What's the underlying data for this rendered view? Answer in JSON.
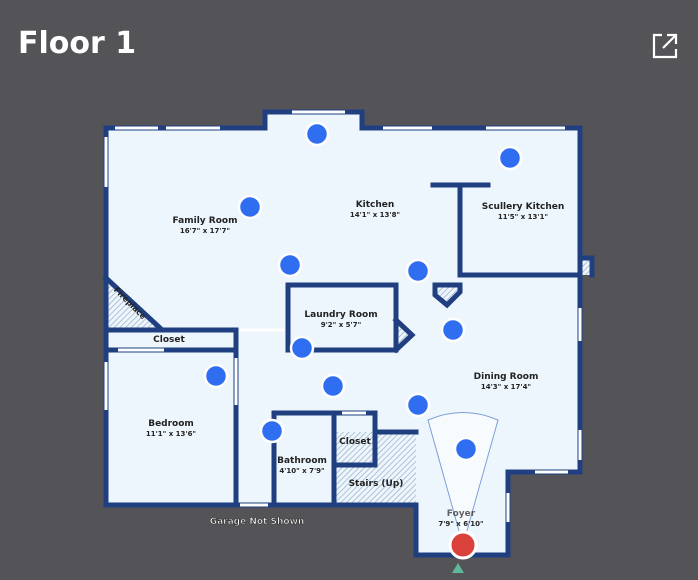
{
  "header": {
    "title": "Floor 1",
    "open_external_icon": "external-link-icon"
  },
  "rooms": {
    "family": {
      "name": "Family Room",
      "dims": "16'7\" x 17'7\""
    },
    "kitchen": {
      "name": "Kitchen",
      "dims": "14'1\" x 13'8\""
    },
    "scullery": {
      "name": "Scullery Kitchen",
      "dims": "11'5\" x 13'1\""
    },
    "laundry": {
      "name": "Laundry Room",
      "dims": "9'2\" x 5'7\""
    },
    "dining": {
      "name": "Dining Room",
      "dims": "14'3\" x 17'4\""
    },
    "bedroom": {
      "name": "Bedroom",
      "dims": "11'1\" x 13'6\""
    },
    "bathroom": {
      "name": "Bathroom",
      "dims": "4'10\" x 7'9\""
    },
    "foyer": {
      "name": "Foyer",
      "dims": "7'9\" x 6'10\""
    },
    "closet1": {
      "name": "Closet"
    },
    "closet2": {
      "name": "Closet"
    },
    "stairs": {
      "name": "Stairs (Up)"
    },
    "fireplace": {
      "name": "Fireplace"
    }
  },
  "note": "Garage Not Shown",
  "colors": {
    "wall": "#1f3f80",
    "floor": "#eef6fd",
    "hotspot": "#2f6ef0",
    "current": "#d9413a",
    "entry": "#5fb89a"
  }
}
